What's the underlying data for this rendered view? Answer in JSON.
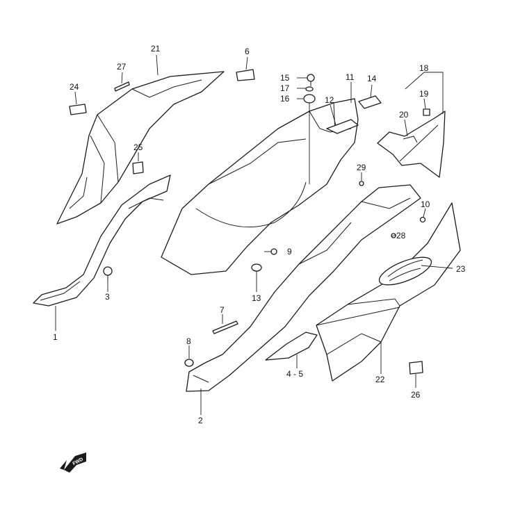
{
  "diagram": {
    "callouts": [
      "1",
      "2",
      "3",
      "4 - 5",
      "6",
      "7",
      "8",
      "9",
      "10",
      "11",
      "12",
      "13",
      "14",
      "15",
      "16",
      "17",
      "18",
      "19",
      "20",
      "21",
      "22",
      "23",
      "24",
      "25",
      "26",
      "27",
      "28",
      "29"
    ],
    "forward_badge": "FWD",
    "colors": {
      "line": "#1a1a1a",
      "background": "#ffffff"
    }
  }
}
